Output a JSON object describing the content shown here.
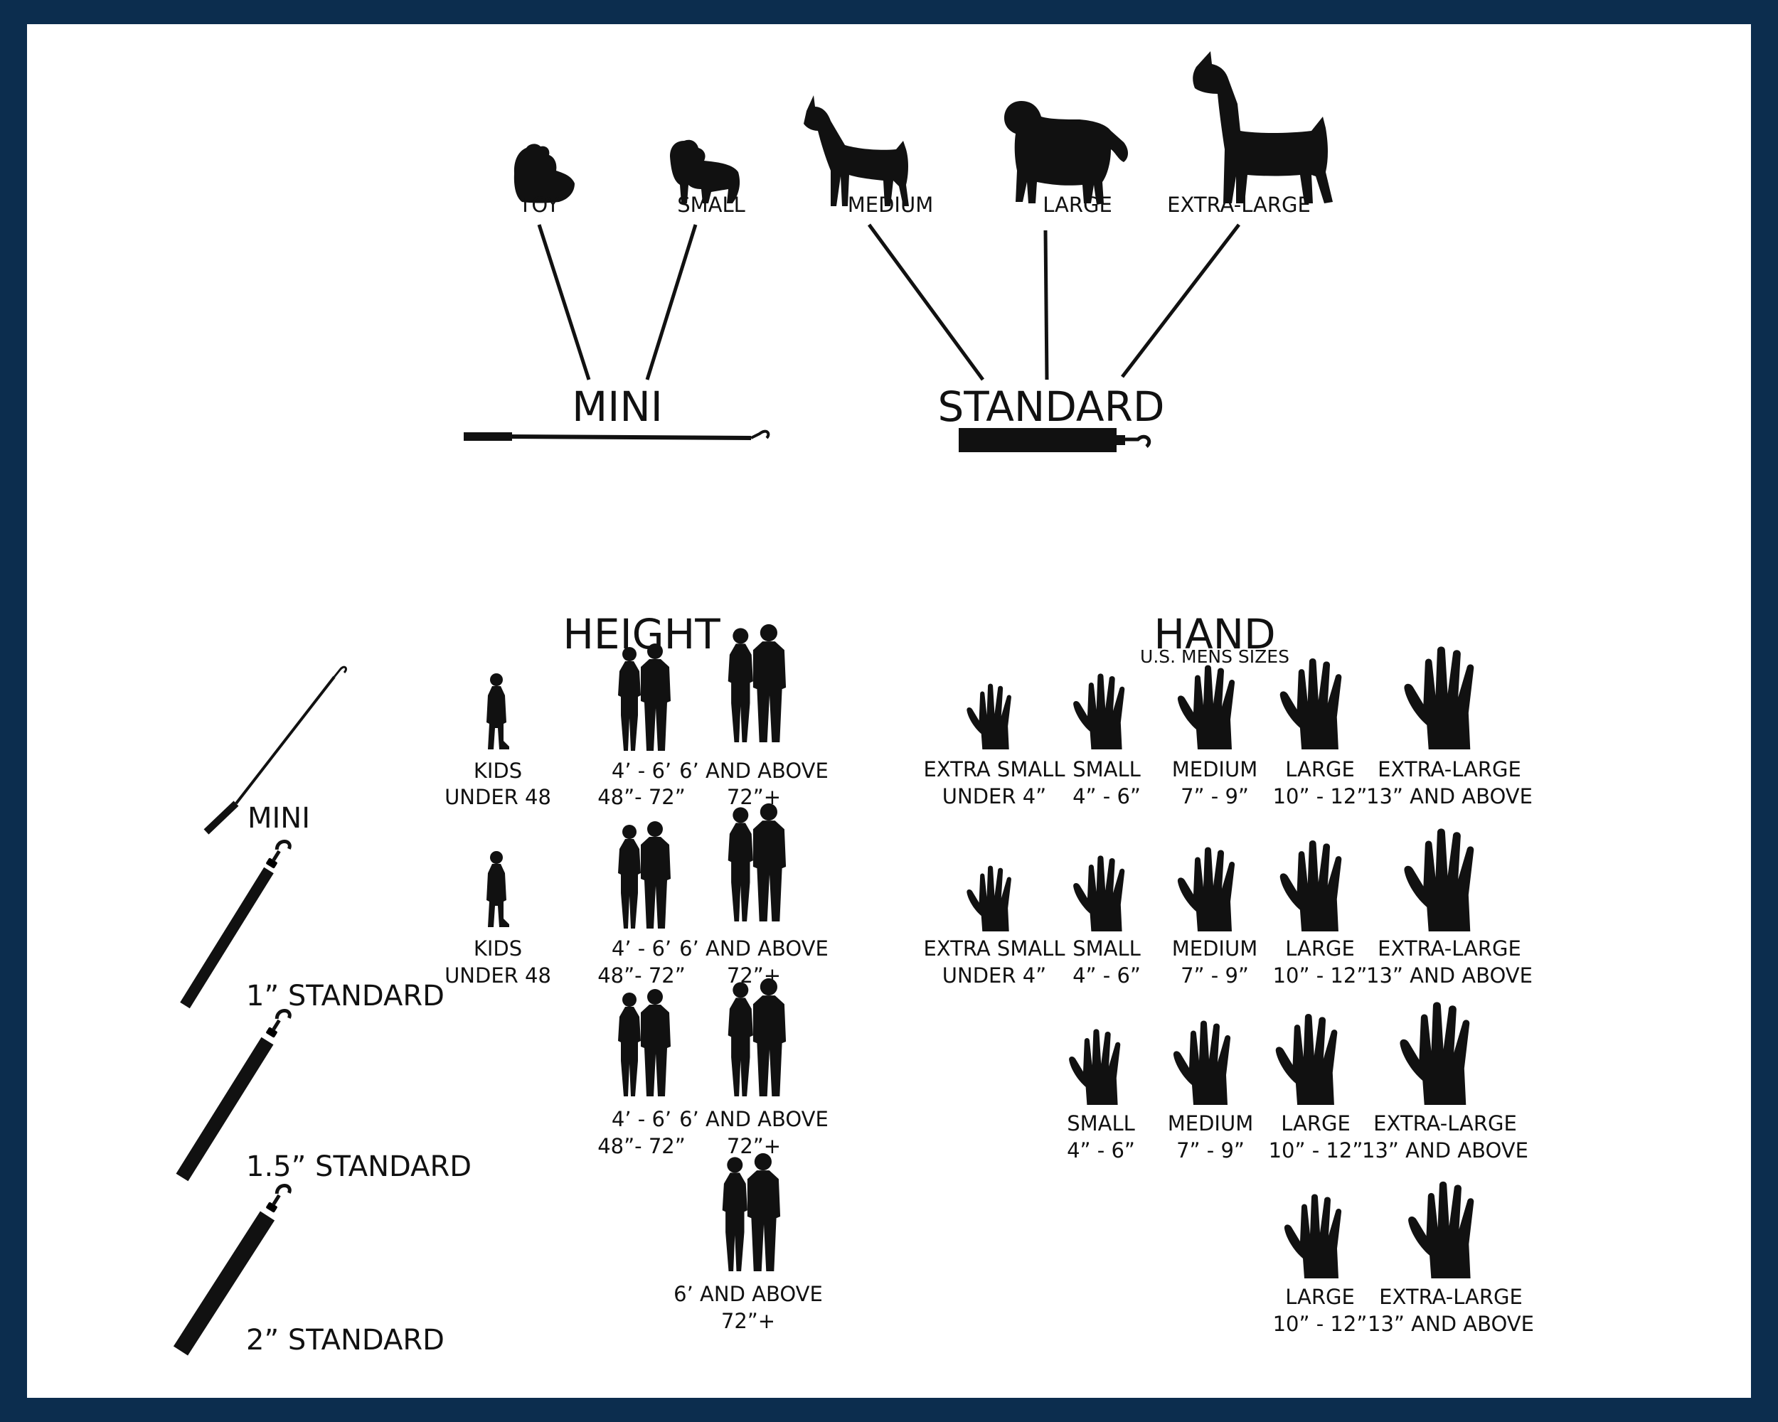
{
  "dogs": [
    {
      "label": "TOY"
    },
    {
      "label": "SMALL"
    },
    {
      "label": "MEDIUM"
    },
    {
      "label": "LARGE"
    },
    {
      "label": "EXTRA-LARGE"
    }
  ],
  "groups": {
    "mini": "MINI",
    "standard": "STANDARD"
  },
  "height": {
    "title": "HEIGHT",
    "kids": [
      "KIDS",
      "UNDER 48"
    ],
    "mid": [
      "4’ - 6’",
      "48”- 72”"
    ],
    "tall": [
      "6’ AND ABOVE",
      "72”+"
    ]
  },
  "hand": {
    "title": "HAND",
    "subtitle": "U.S. MENS SIZES",
    "xs": [
      "EXTRA SMALL",
      "UNDER 4”"
    ],
    "s": [
      "SMALL",
      "4” - 6”"
    ],
    "m": [
      "MEDIUM",
      "7” - 9”"
    ],
    "l": [
      "LARGE",
      "10” - 12”"
    ],
    "xl": [
      "EXTRA-LARGE",
      "13” AND ABOVE"
    ]
  },
  "leashes": [
    {
      "label": "MINI"
    },
    {
      "label": "1” STANDARD"
    },
    {
      "label": "1.5” STANDARD"
    },
    {
      "label": "2” STANDARD"
    }
  ]
}
